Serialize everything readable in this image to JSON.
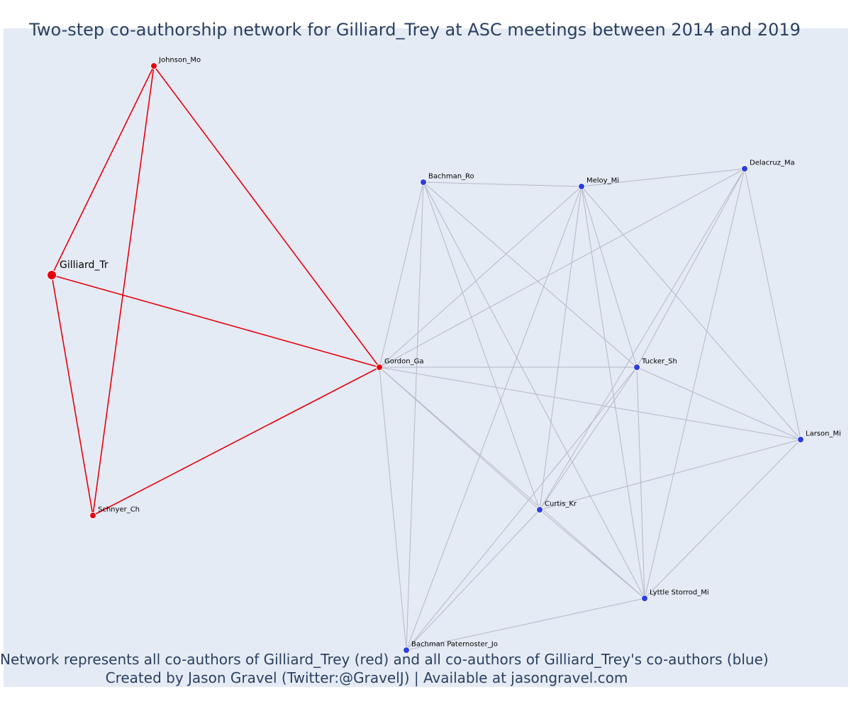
{
  "title": "Two-step co-authorship network for Gilliard_Trey at ASC meetings between 2014 and 2019",
  "caption": {
    "line1": "Network represents all co-authors of Gilliard_Trey (red) and all co-authors of Gilliard_Trey's co-authors (blue)",
    "line2": "Created by Jason Gravel (Twitter:@GravelJ) | Available at jasongravel.com"
  },
  "colors": {
    "background": "#e5ebf5",
    "ego_edge": "#e8000b",
    "alter_edge": "#b3b8c6",
    "ego_node": "#e8000b",
    "alter_node": "#2f3ee0",
    "text": "#2a3f5f"
  },
  "nodes": [
    {
      "id": "Gilliard_Tr",
      "label": "Gilliard_Tr",
      "group": "focal"
    },
    {
      "id": "Johnson_Mo",
      "label": "Johnson_Mo",
      "group": "coauthor"
    },
    {
      "id": "Schnyer_Ch",
      "label": "Schnyer_Ch",
      "group": "coauthor"
    },
    {
      "id": "Gordon_Ga",
      "label": "Gordon_Ga",
      "group": "coauthor"
    },
    {
      "id": "Bachman_Ro",
      "label": "Bachman_Ro",
      "group": "second"
    },
    {
      "id": "Meloy_Mi",
      "label": "Meloy_Mi",
      "group": "second"
    },
    {
      "id": "Delacruz_Ma",
      "label": "Delacruz_Ma",
      "group": "second"
    },
    {
      "id": "Tucker_Sh",
      "label": "Tucker_Sh",
      "group": "second"
    },
    {
      "id": "Larson_Mi",
      "label": "Larson_Mi",
      "group": "second"
    },
    {
      "id": "Curtis_Kr",
      "label": "Curtis_Kr",
      "group": "second"
    },
    {
      "id": "Lyttle_Storrod_Mi",
      "label": "Lyttle Storrod_Mi",
      "group": "second"
    },
    {
      "id": "Bachman_Paternoster_Jo",
      "label": "Bachman Paternoster_Jo",
      "group": "second"
    }
  ],
  "edges": [
    [
      "Gilliard_Tr",
      "Johnson_Mo"
    ],
    [
      "Gilliard_Tr",
      "Gordon_Ga"
    ],
    [
      "Gilliard_Tr",
      "Schnyer_Ch"
    ],
    [
      "Johnson_Mo",
      "Gordon_Ga"
    ],
    [
      "Johnson_Mo",
      "Schnyer_Ch"
    ],
    [
      "Schnyer_Ch",
      "Gordon_Ga"
    ],
    [
      "Gordon_Ga",
      "Bachman_Ro"
    ],
    [
      "Gordon_Ga",
      "Meloy_Mi"
    ],
    [
      "Gordon_Ga",
      "Delacruz_Ma"
    ],
    [
      "Gordon_Ga",
      "Tucker_Sh"
    ],
    [
      "Gordon_Ga",
      "Larson_Mi"
    ],
    [
      "Gordon_Ga",
      "Curtis_Kr"
    ],
    [
      "Gordon_Ga",
      "Lyttle_Storrod_Mi"
    ],
    [
      "Gordon_Ga",
      "Bachman_Paternoster_Jo"
    ],
    [
      "Bachman_Ro",
      "Meloy_Mi"
    ],
    [
      "Bachman_Ro",
      "Tucker_Sh"
    ],
    [
      "Bachman_Ro",
      "Curtis_Kr"
    ],
    [
      "Bachman_Ro",
      "Lyttle_Storrod_Mi"
    ],
    [
      "Bachman_Ro",
      "Bachman_Paternoster_Jo"
    ],
    [
      "Meloy_Mi",
      "Delacruz_Ma"
    ],
    [
      "Meloy_Mi",
      "Tucker_Sh"
    ],
    [
      "Meloy_Mi",
      "Larson_Mi"
    ],
    [
      "Meloy_Mi",
      "Curtis_Kr"
    ],
    [
      "Meloy_Mi",
      "Lyttle_Storrod_Mi"
    ],
    [
      "Meloy_Mi",
      "Bachman_Paternoster_Jo"
    ],
    [
      "Delacruz_Ma",
      "Tucker_Sh"
    ],
    [
      "Delacruz_Ma",
      "Larson_Mi"
    ],
    [
      "Delacruz_Ma",
      "Curtis_Kr"
    ],
    [
      "Delacruz_Ma",
      "Lyttle_Storrod_Mi"
    ],
    [
      "Tucker_Sh",
      "Larson_Mi"
    ],
    [
      "Tucker_Sh",
      "Curtis_Kr"
    ],
    [
      "Tucker_Sh",
      "Lyttle_Storrod_Mi"
    ],
    [
      "Tucker_Sh",
      "Bachman_Paternoster_Jo"
    ],
    [
      "Larson_Mi",
      "Curtis_Kr"
    ],
    [
      "Larson_Mi",
      "Lyttle_Storrod_Mi"
    ],
    [
      "Curtis_Kr",
      "Lyttle_Storrod_Mi"
    ],
    [
      "Curtis_Kr",
      "Bachman_Paternoster_Jo"
    ],
    [
      "Lyttle_Storrod_Mi",
      "Bachman_Paternoster_Jo"
    ]
  ]
}
